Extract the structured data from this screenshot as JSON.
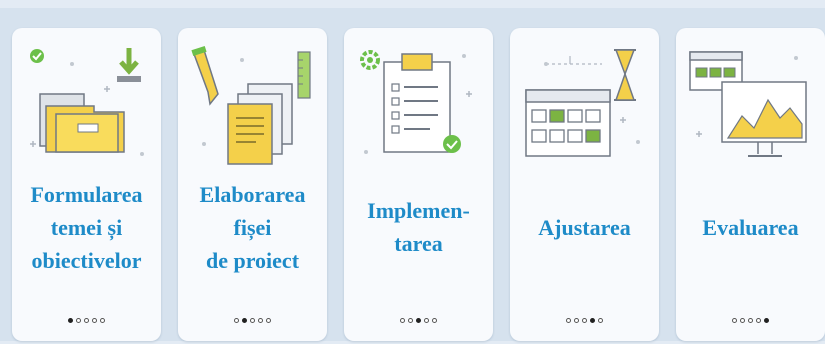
{
  "accent_color": "#1e8bc8",
  "cards": [
    {
      "lines": [
        "Formularea",
        "temei și",
        "obiectivelor"
      ],
      "icon": "folder-icon",
      "active_dot": 0
    },
    {
      "lines": [
        "Elaborarea",
        "fișei",
        "de proiect"
      ],
      "icon": "documents-icon",
      "active_dot": 1
    },
    {
      "lines": [
        "Implemen-",
        "tarea"
      ],
      "icon": "clipboard-checklist-icon",
      "active_dot": 2
    },
    {
      "lines": [
        "Ajustarea"
      ],
      "icon": "calendar-hourglass-icon",
      "active_dot": 3
    },
    {
      "lines": [
        "Evaluarea"
      ],
      "icon": "monitor-chart-icon",
      "active_dot": 4
    }
  ]
}
